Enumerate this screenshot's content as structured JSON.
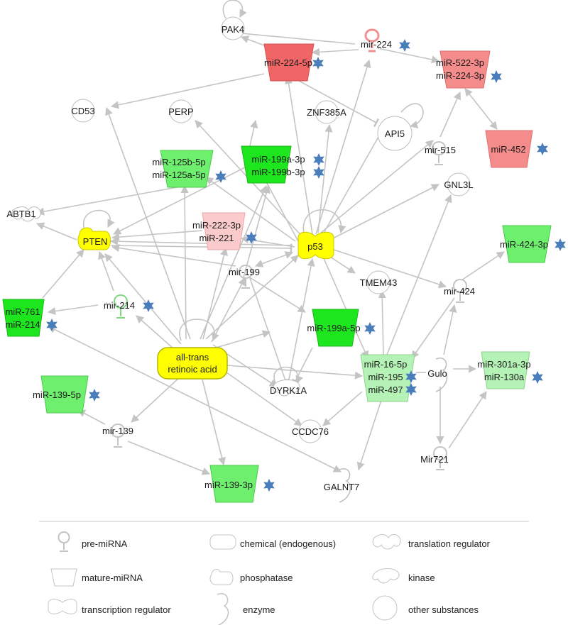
{
  "colors": {
    "red_strong": "#f06666",
    "red_mid": "#f58c8c",
    "red_light": "#fbcaca",
    "green_strong": "#1ee61e",
    "green_mid": "#6ef06e",
    "green_light": "#b5f2b5",
    "yellow": "#ffff00",
    "star": "#4a7ebb",
    "edge": "#c4c4c4"
  },
  "nodes": {
    "pak4": "PAK4",
    "mir224": "mir-224",
    "mir224_5p": "miR-224-5p",
    "mir522_3p": "miR-522-3p",
    "mir224_3p": "miR-224-3p",
    "cd53": "CD53",
    "perp": "PERP",
    "znf385a": "ZNF385A",
    "api5": "API5",
    "mir515": "mir-515",
    "mir452": "miR-452",
    "mir125b_5p": "miR-125b-5p",
    "mir125a_5p": "miR-125a-5p",
    "mir199a_3p": "miR-199a-3p",
    "mir199b_3p": "miR-199b-3p",
    "gnl3l": "GNL3L",
    "abtb1": "ABTB1",
    "pten": "PTEN",
    "mir222_3p": "miR-222-3p",
    "mir221": "miR-221",
    "p53": "p53",
    "mir424_3p": "miR-424-3p",
    "mir199": "mir-199",
    "tmem43": "TMEM43",
    "mir424": "mir-424",
    "mir761": "miR-761",
    "mir214_mature": "miR-214",
    "mir214": "mir-214",
    "mir199a_5p": "miR-199a-5p",
    "atra_line1": "all-trans",
    "atra_line2": "retinoic acid",
    "mir16_5p": "miR-16-5p",
    "mir195": "miR-195",
    "mir497": "miR-497",
    "gulo": "Gulo",
    "mir301a_3p": "miR-301a-3p",
    "mir130a": "miR-130a",
    "dyrk1a": "DYRK1A",
    "mir139_5p": "miR-139-5p",
    "mir139": "mir-139",
    "ccdc76": "CCDC76",
    "mir721": "Mir721",
    "mir139_3p": "miR-139-3p",
    "galnt7": "GALNT7"
  },
  "legend": {
    "pre_mirna": "pre-miRNA",
    "chemical": "chemical (endogenous)",
    "translation_regulator": "translation regulator",
    "mature_mirna": "mature-miRNA",
    "phosphatase": "phosphatase",
    "kinase": "kinase",
    "transcription_regulator": "transcription regulator",
    "enzyme": "enzyme",
    "other_substances": "other substances"
  }
}
